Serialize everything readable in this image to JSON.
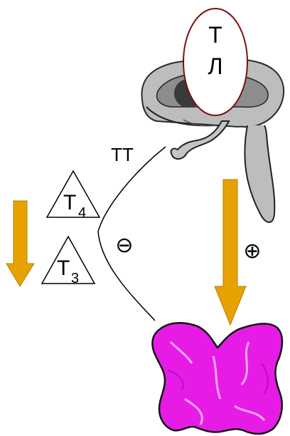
{
  "hypothalamus_label": {
    "line1": "Т",
    "line2": "Л"
  },
  "pituitary_hormone_label": "ТТ",
  "hormone_t4": {
    "letter": "Т",
    "subscript": "4"
  },
  "hormone_t3": {
    "letter": "Т",
    "subscript": "3"
  },
  "feedback_sign_negative": "⊖",
  "stimulation_sign_positive": "⊕",
  "colors": {
    "arrow_fill": "#e8a200",
    "ellipse_stroke": "#7a1010",
    "thyroid_fill": "#e61ce6",
    "brain_gray": "#9a9a9a"
  },
  "icons": {
    "brain": "brain-pituitary-illustration",
    "thyroid": "thyroid-gland-illustration"
  }
}
